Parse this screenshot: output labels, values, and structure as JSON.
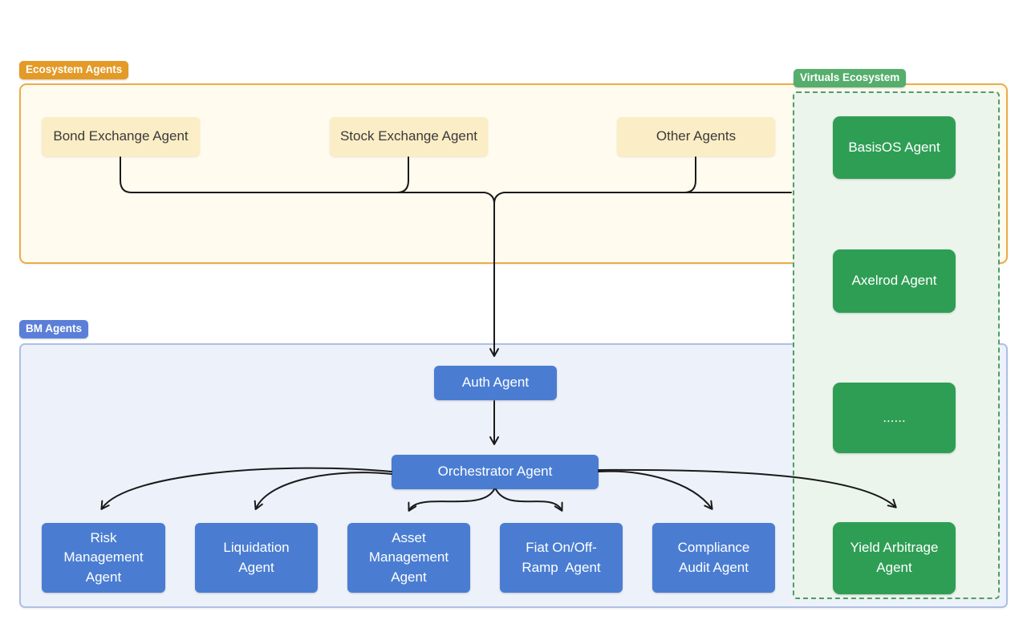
{
  "badges": {
    "ecosystem": "Ecosystem Agents",
    "virtuals": "Virtuals Ecosystem",
    "bm": "BM Agents"
  },
  "nodes": {
    "bond": {
      "label": "Bond Exchange Agent"
    },
    "stock": {
      "label": "Stock Exchange Agent"
    },
    "other": {
      "label": "Other Agents"
    },
    "basisos": {
      "label": "BasisOS Agent"
    },
    "axelrod": {
      "label": "Axelrod Agent"
    },
    "more": {
      "label": "......"
    },
    "yield_arbitrage": {
      "label": "Yield Arbitrage\nAgent"
    },
    "auth": {
      "label": "Auth Agent"
    },
    "orchestrator": {
      "label": "Orchestrator Agent"
    },
    "risk": {
      "label": "Risk\nManagement\nAgent"
    },
    "liquidation": {
      "label": "Liquidation\nAgent"
    },
    "asset": {
      "label": "Asset\nManagement\nAgent"
    },
    "fiat": {
      "label": "Fiat On/Off-\nRamp  Agent"
    },
    "compliance": {
      "label": "Compliance\nAudit Agent"
    }
  },
  "colors": {
    "ecosystem_accent": "#E39A27",
    "ecosystem_fill": "#FFFBEF",
    "ecosystem_node_fill": "#FBEDC5",
    "virtuals_accent": "#4E9D68",
    "virtuals_badge": "#55AE6C",
    "virtuals_fill": "#EBF5EC",
    "virtuals_node_fill": "#2F9E55",
    "bm_accent": "#5B7FD8",
    "bm_border": "#AFC0E4",
    "bm_fill": "#EDF1FA",
    "bm_node_fill": "#4A7DD2",
    "arrow": "#1A1A1A"
  }
}
